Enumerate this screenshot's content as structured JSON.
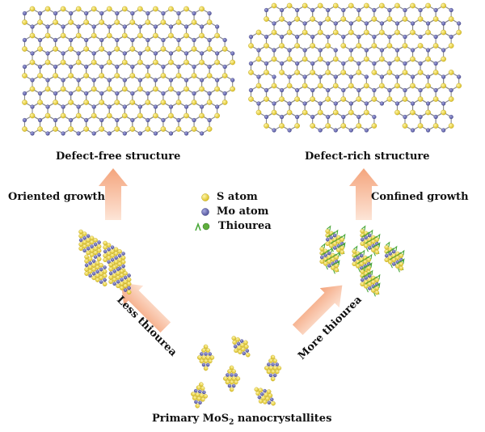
{
  "structures": {
    "defect_free_label": "Defect-free structure",
    "defect_rich_label": "Defect-rich structure"
  },
  "growth": {
    "oriented_label": "Oriented growth",
    "confined_label": "Confined growth"
  },
  "thiourea_amount": {
    "less_label": "Less thiourea",
    "more_label": "More thiourea"
  },
  "legend": {
    "s_atom": "S atom",
    "mo_atom": "Mo atom",
    "thiourea": "Thiourea"
  },
  "bottom": {
    "label_prefix": "Primary MoS",
    "label_subscript": "2",
    "label_suffix": " nanocrystallites"
  },
  "colors": {
    "s_atom": "#e6cf3a",
    "mo_atom": "#6f70b8",
    "bond": "#8a8a8a",
    "arrow": "#f6b18e",
    "thiourea_green": "#4aa83a"
  }
}
